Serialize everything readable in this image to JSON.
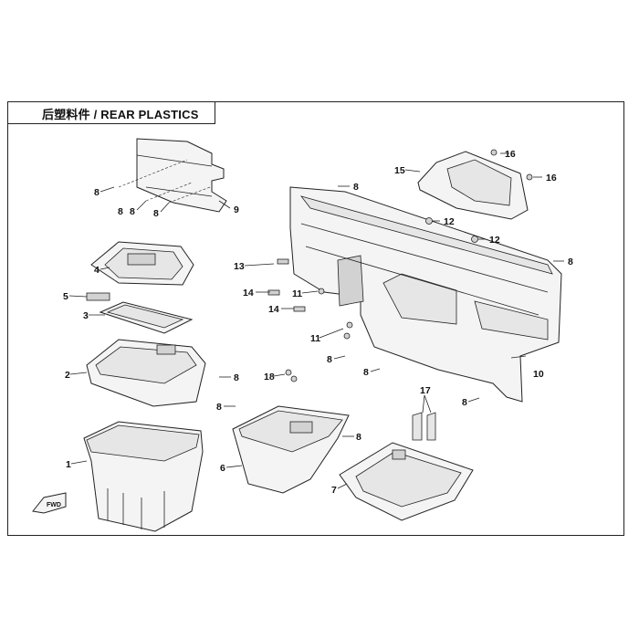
{
  "title": "后塑料件 / REAR PLASTICS",
  "fwd_badge": "FWD",
  "callouts": {
    "c1": "1",
    "c2": "2",
    "c3": "3",
    "c4": "4",
    "c5": "5",
    "c6": "6",
    "c7": "7",
    "c8a": "8",
    "c8b": "8",
    "c8c": "8",
    "c8d": "8",
    "c8e": "8",
    "c8f": "8",
    "c8g": "8",
    "c8h": "8",
    "c8i": "8",
    "c8j": "8",
    "c8k": "8",
    "c8l": "8",
    "c9": "9",
    "c10": "10",
    "c11a": "11",
    "c11b": "11",
    "c12a": "12",
    "c12b": "12",
    "c13": "13",
    "c14a": "14",
    "c14b": "14",
    "c15": "15",
    "c16a": "16",
    "c16b": "16",
    "c17": "17",
    "c18": "18"
  }
}
